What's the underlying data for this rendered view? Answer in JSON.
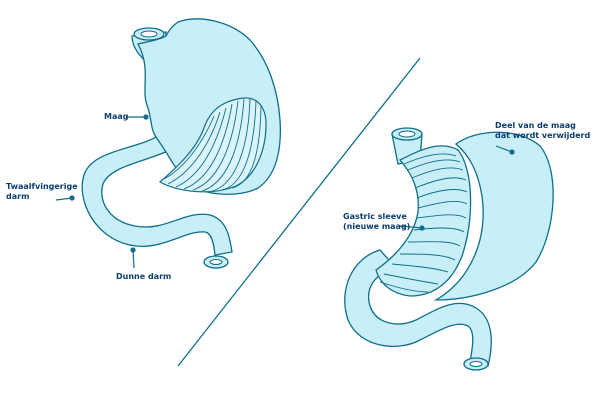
{
  "colors": {
    "stroke": "#0e6e8c",
    "fill": "#c8eef8",
    "fill_light": "#dbf4fb",
    "label": "#0b3d72",
    "divider": "#0e6e8c"
  },
  "labels": {
    "maag": "Maag",
    "twaalfvingerige_darm": "Twaalfvingerige\ndarm",
    "dunne_darm": "Dunne darm",
    "gastric_sleeve": "Gastric sleeve\n(nieuwe maag)",
    "deel_verwijderd": "Deel van de maag\ndat wordt verwijderd"
  }
}
